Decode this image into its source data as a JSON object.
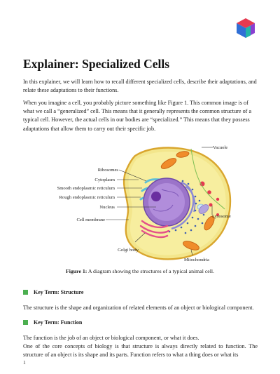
{
  "title": "Explainer: Specialized Cells",
  "intro": "In this explainer, we will learn how to recall different specialized cells, describe their adaptations, and relate these adaptations to their functions.",
  "paragraph2": "When you imagine a cell, you probably picture something like Figure 1. This common image is of what we call a “generalized” cell. This means that it generally represents the common structure of a typical cell. However, the actual cells in our bodies are “specialized.” This means that they possess adaptations that allow them to carry out their specific job.",
  "diagram_labels": {
    "vacuole": "Vacuole",
    "ribosomes": "Ribosomes",
    "cytoplasm": "Cytoplasm",
    "smooth_er": "Smooth endoplasmic reticulum",
    "rough_er": "Rough endoplasmic reticulum",
    "nucleus": "Nucleus",
    "cell_membrane": "Cell membrane",
    "lysosome": "Lysosome",
    "golgi": "Golgi body",
    "mitochondria": "Mitochondria"
  },
  "figure_caption": {
    "label": "Figure 1:",
    "text": " A diagram showing the structures of a typical animal cell."
  },
  "key_terms": [
    {
      "heading": "Key Term: Structure",
      "definition": "The structure is the shape and organization of related elements of an object or biological component."
    },
    {
      "heading": "Key Term: Function",
      "definition": "The function is the job of an object or biological component, or what it does."
    }
  ],
  "paragraph_final": "One of the core concepts of biology is that structure is always directly related to function. The structure of an object is its shape and its parts. Function refers to what a thing does or what its",
  "page_number": "1",
  "colors": {
    "accent_green": "#4caf50",
    "logo_red": "#e53950",
    "logo_blue": "#2f6fd6",
    "logo_teal": "#22b5a8",
    "logo_purple": "#8a3fd1"
  }
}
